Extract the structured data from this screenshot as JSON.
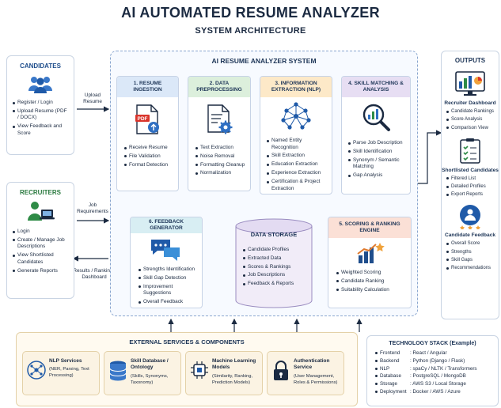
{
  "header": {
    "title": "AI AUTOMATED RESUME ANALYZER",
    "subtitle": "SYSTEM ARCHITECTURE"
  },
  "candidates": {
    "title": "CANDIDATES",
    "items": [
      "Register / Login",
      "Upload Resume (PDF / DOCX)",
      "View Feedback and Score"
    ],
    "arrow_label": "Upload Resume"
  },
  "recruiters": {
    "title": "RECRUITERS",
    "items": [
      "Login",
      "Create / Manage Job Descriptions",
      "View Shortlisted Candidates",
      "Generate Reports"
    ],
    "arrow_in_label": "Job Requirements",
    "arrow_out_label": "Results / Rankings Dashboard"
  },
  "system": {
    "title": "AI RESUME ANALYZER SYSTEM",
    "steps": [
      {
        "title": "1. RESUME INGESTION",
        "icon": "pdf-upload-icon",
        "items": [
          "Receive Resume",
          "File Validation",
          "Format Detection"
        ],
        "color": "#dbe8f8"
      },
      {
        "title": "2. DATA PREPROCESSING",
        "icon": "document-gear-icon",
        "items": [
          "Text Extraction",
          "Noise Removal",
          "Formatting Cleanup",
          "Normalization"
        ],
        "color": "#dcefdc"
      },
      {
        "title": "3. INFORMATION EXTRACTION (NLP)",
        "icon": "neural-network-icon",
        "items": [
          "Named Entity Recognition",
          "Skill Extraction",
          "Education Extraction",
          "Experience Extraction",
          "Certification & Project Extraction"
        ],
        "color": "#fde9c8"
      },
      {
        "title": "4. SKILL MATCHING & ANALYSIS",
        "icon": "magnifier-chart-icon",
        "items": [
          "Parse Job Description",
          "Skill Identification",
          "Synonym / Semantic Matching",
          "Gap Analysis"
        ],
        "color": "#e7def3"
      },
      {
        "title": "5. SCORING & RANKING ENGINE",
        "icon": "bar-chart-star-icon",
        "items": [
          "Weighted Scoring",
          "Candidate Ranking",
          "Suitability Calculation"
        ],
        "color": "#fbe0d6"
      },
      {
        "title": "6. FEEDBACK GENERATOR",
        "icon": "chat-bubbles-icon",
        "items": [
          "Strengths Identification",
          "Skill Gap Detection",
          "Improvement Suggestions",
          "Overall Feedback"
        ],
        "color": "#d8eef3"
      }
    ],
    "storage": {
      "title": "DATA STORAGE",
      "items": [
        "Candidate Profiles",
        "Extracted Data",
        "Scores & Rankings",
        "Job Descriptions",
        "Feedback & Reports"
      ]
    }
  },
  "outputs": {
    "title": "OUTPUTS",
    "groups": [
      {
        "title": "Recruiter Dashboard",
        "icon": "dashboard-icon",
        "items": [
          "Candidate Rankings",
          "Score Analysis",
          "Comparison View"
        ]
      },
      {
        "title": "Shortlisted Candidates",
        "icon": "checklist-icon",
        "items": [
          "Filtered List",
          "Detailed Profiles",
          "Export Reports"
        ]
      },
      {
        "title": "Candidate Feedback",
        "icon": "rating-badge-icon",
        "items": [
          "Overall Score",
          "Strengths",
          "Skill Gaps",
          "Recommendations"
        ]
      }
    ]
  },
  "external": {
    "title": "EXTERNAL SERVICES & COMPONENTS",
    "services": [
      {
        "title": "NLP Services",
        "sub": "(NER, Parsing, Text Processing)",
        "icon": "nlp-brain-icon"
      },
      {
        "title": "Skill Database / Ontology",
        "sub": "(Skills, Synonyms, Taxonomy)",
        "icon": "database-icon"
      },
      {
        "title": "Machine Learning Models",
        "sub": "(Similarity, Ranking, Prediction Models)",
        "icon": "chip-icon"
      },
      {
        "title": "Authentication Service",
        "sub": "(User Management, Roles & Permissions)",
        "icon": "lock-icon"
      }
    ]
  },
  "tech_stack": {
    "title": "TECHNOLOGY STACK (Example)",
    "rows": [
      {
        "k": "Frontend",
        "v": ": React / Angular"
      },
      {
        "k": "Backend",
        "v": ": Python (Django / Flask)"
      },
      {
        "k": "NLP",
        "v": ": spaCy / NLTK / Transformers"
      },
      {
        "k": "Database",
        "v": ": PostgreSQL / MongoDB"
      },
      {
        "k": "Storage",
        "v": ": AWS S3 / Local Storage"
      },
      {
        "k": "Deployment",
        "v": ": Docker / AWS / Azure"
      }
    ]
  }
}
